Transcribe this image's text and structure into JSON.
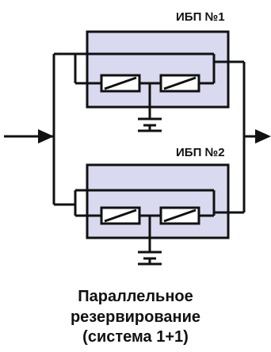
{
  "diagram": {
    "ups1_label": "ИБП №1",
    "ups2_label": "ИБП №2",
    "caption_line1": "Параллельное",
    "caption_line2": "резервирование",
    "caption_line3": "(система 1+1)",
    "colors": {
      "line": "#111111",
      "ups_fill": "#d9d9f0",
      "background": "#ffffff"
    },
    "icons": [
      "input-arrow-icon",
      "output-arrow-icon",
      "rectifier-icon",
      "inverter-icon",
      "battery-icon"
    ]
  }
}
